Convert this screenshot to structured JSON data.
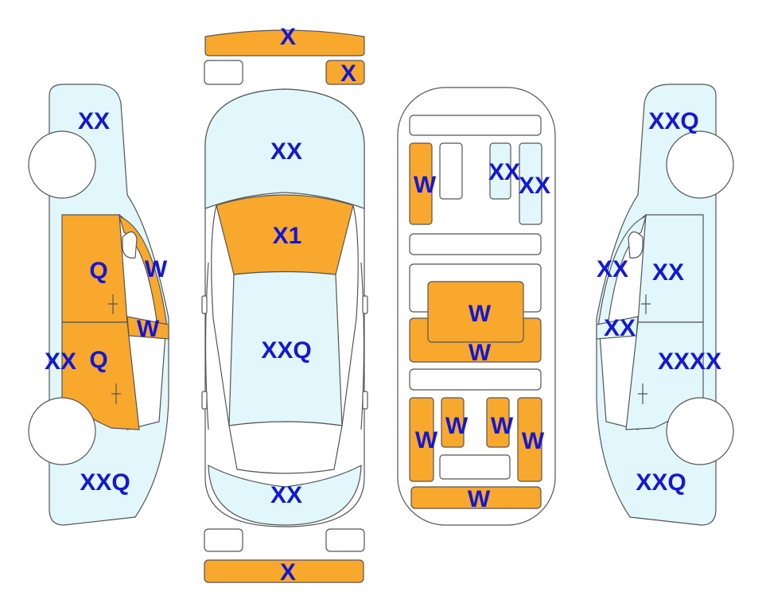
{
  "colors": {
    "damage": "#F9A82E",
    "panel": "#E1F7FC",
    "outline": "#555555",
    "label": "#1418D2",
    "white": "#FFFFFF"
  },
  "labels": {
    "front_bumper": "X",
    "front_grille": "X",
    "hood": "XX",
    "windshield": "X1",
    "roof": "XXQ",
    "trunk": "XX",
    "rear_bumper": "X",
    "left_front_fender": "XX",
    "left_front_door": "Q",
    "left_front_door_window": "W",
    "left_rear_door_window": "W",
    "left_rear_door": "Q",
    "left_rocker": "XX",
    "left_rear_quarter": "XXQ",
    "right_front_fender": "XXQ",
    "right_front_window": "XX",
    "right_front_door": "XX",
    "right_rear_window": "XX",
    "right_rear_door": "XXXX",
    "right_rear_quarter": "XXQ",
    "floor_front_left": "W",
    "floor_console_a": "XX",
    "floor_console_b": "XX",
    "floor_middle_pad": "W",
    "floor_middle_bar": "W",
    "floor_rear_left": "W",
    "floor_rear_left_inner": "W",
    "floor_rear_right_inner": "W",
    "floor_rear_right": "W",
    "floor_trunk_bar": "W"
  }
}
